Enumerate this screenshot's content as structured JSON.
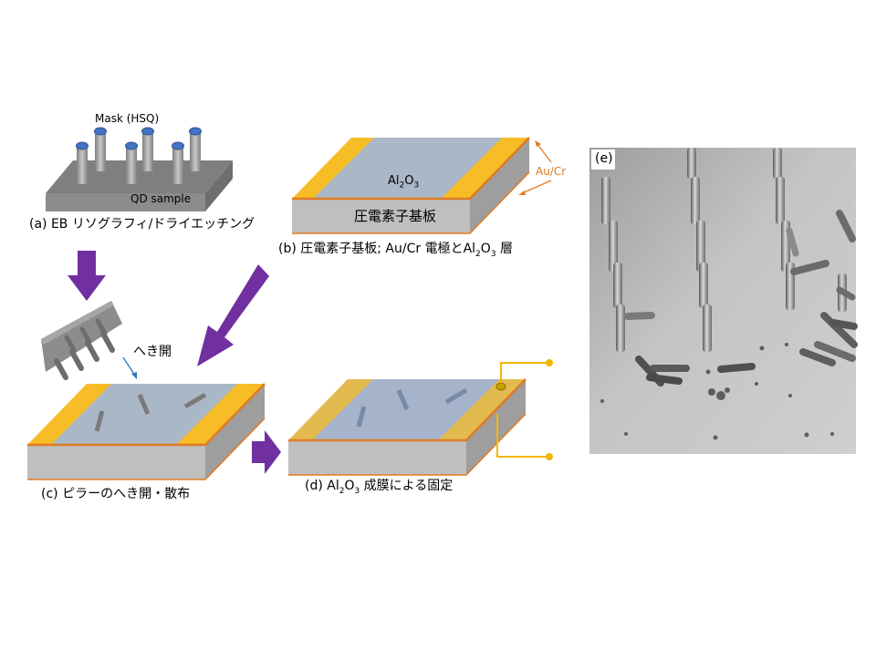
{
  "panels": {
    "a": {
      "mask_label": "Mask (HSQ)",
      "sample_label": "QD sample",
      "caption": "(a) EB リソグラフィ/ドライエッチング"
    },
    "b": {
      "layer_label_main": "Al",
      "layer_label_sub1": "2",
      "layer_label_mid": "O",
      "layer_label_sub2": "3",
      "substrate_label": "圧電素子基板",
      "electrode_label": "Au/Cr",
      "caption_part1": "(b) 圧電素子基板; Au/Cr 電極とAl",
      "caption_sub1": "2",
      "caption_part2": "O",
      "caption_sub2": "3",
      "caption_part3": " 層"
    },
    "c": {
      "peel_label": "へき開",
      "caption": "(c) ピラーのへき開・散布"
    },
    "d": {
      "caption_part1": "(d) Al",
      "caption_sub1": "2",
      "caption_part2": "O",
      "caption_sub2": "3",
      "caption_part3": " 成膜による固定"
    },
    "e": {
      "label": "(e)"
    }
  },
  "colors": {
    "gold": "#f6bd27",
    "orange_edge": "#e07b22",
    "substrate_gray": "#bfbfbf",
    "layer_blue_gray": "#a9b7c6",
    "layer_blue": "#9fb3d9",
    "arrow_purple": "#7030a0",
    "sem_background": "#bdbdbd",
    "mask_blue": "#4472c4"
  }
}
